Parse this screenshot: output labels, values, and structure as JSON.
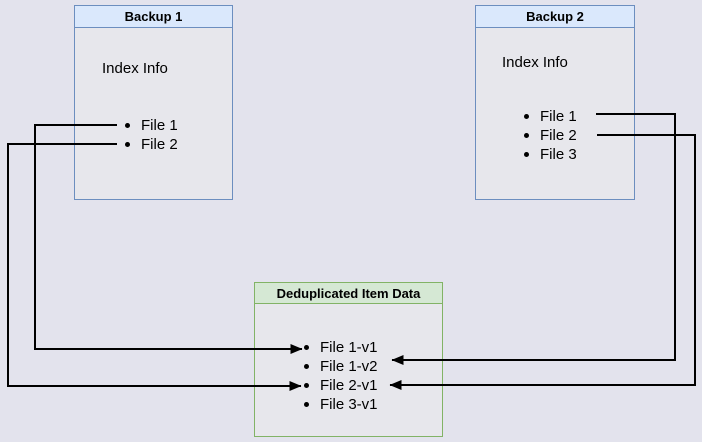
{
  "diagram": {
    "nodes": {
      "backup1": {
        "title": "Backup 1",
        "label": "Index Info",
        "items": [
          "File 1",
          "File 2"
        ]
      },
      "backup2": {
        "title": "Backup 2",
        "label": "Index Info",
        "items": [
          "File 1",
          "File 2",
          "File 3"
        ]
      },
      "dedup": {
        "title": "Deduplicated Item Data",
        "items": [
          "File 1-v1",
          "File 1-v2",
          "File 2-v1",
          "File 3-v1"
        ]
      }
    },
    "edges": [
      {
        "from": "Backup 1 / File 1",
        "to": "Deduplicated Item Data / File 1-v1"
      },
      {
        "from": "Backup 1 / File 2",
        "to": "Deduplicated Item Data / File 2-v1"
      },
      {
        "from": "Backup 2 / File 1",
        "to": "Deduplicated Item Data / File 1-v2"
      },
      {
        "from": "Backup 2 / File 2",
        "to": "Deduplicated Item Data / File 2-v1"
      }
    ],
    "colors": {
      "canvas": "#e3e3ed",
      "node_fill": "#e7e7ec",
      "backup_border": "#6c8ebf",
      "backup_header_fill": "#dae8fc",
      "dedup_border": "#82b366",
      "dedup_header_fill": "#d5e8d4",
      "connector": "#000000"
    }
  }
}
